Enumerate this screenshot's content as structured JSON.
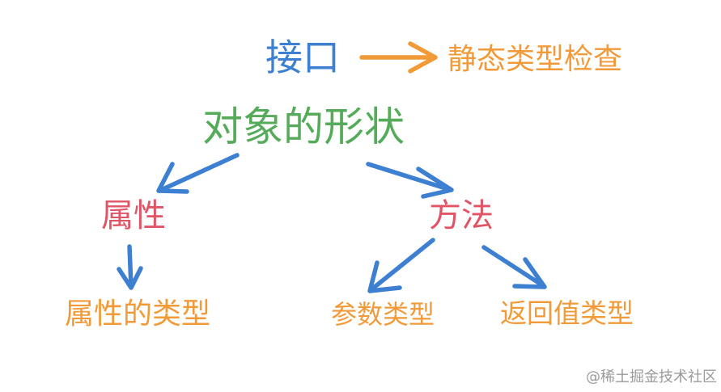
{
  "colors": {
    "blue": "#3d7fd0",
    "orange": "#f29a38",
    "green": "#56ab5b",
    "red": "#e05466",
    "watermark": "#9a9a9a"
  },
  "nodes": {
    "interface": "接口",
    "static_check": "静态类型检查",
    "object_shape": "对象的形状",
    "property": "属性",
    "method": "方法",
    "property_type": "属性的类型",
    "param_type": "参数类型",
    "return_type": "返回值类型"
  },
  "watermark": "@稀土掘金技术社区"
}
